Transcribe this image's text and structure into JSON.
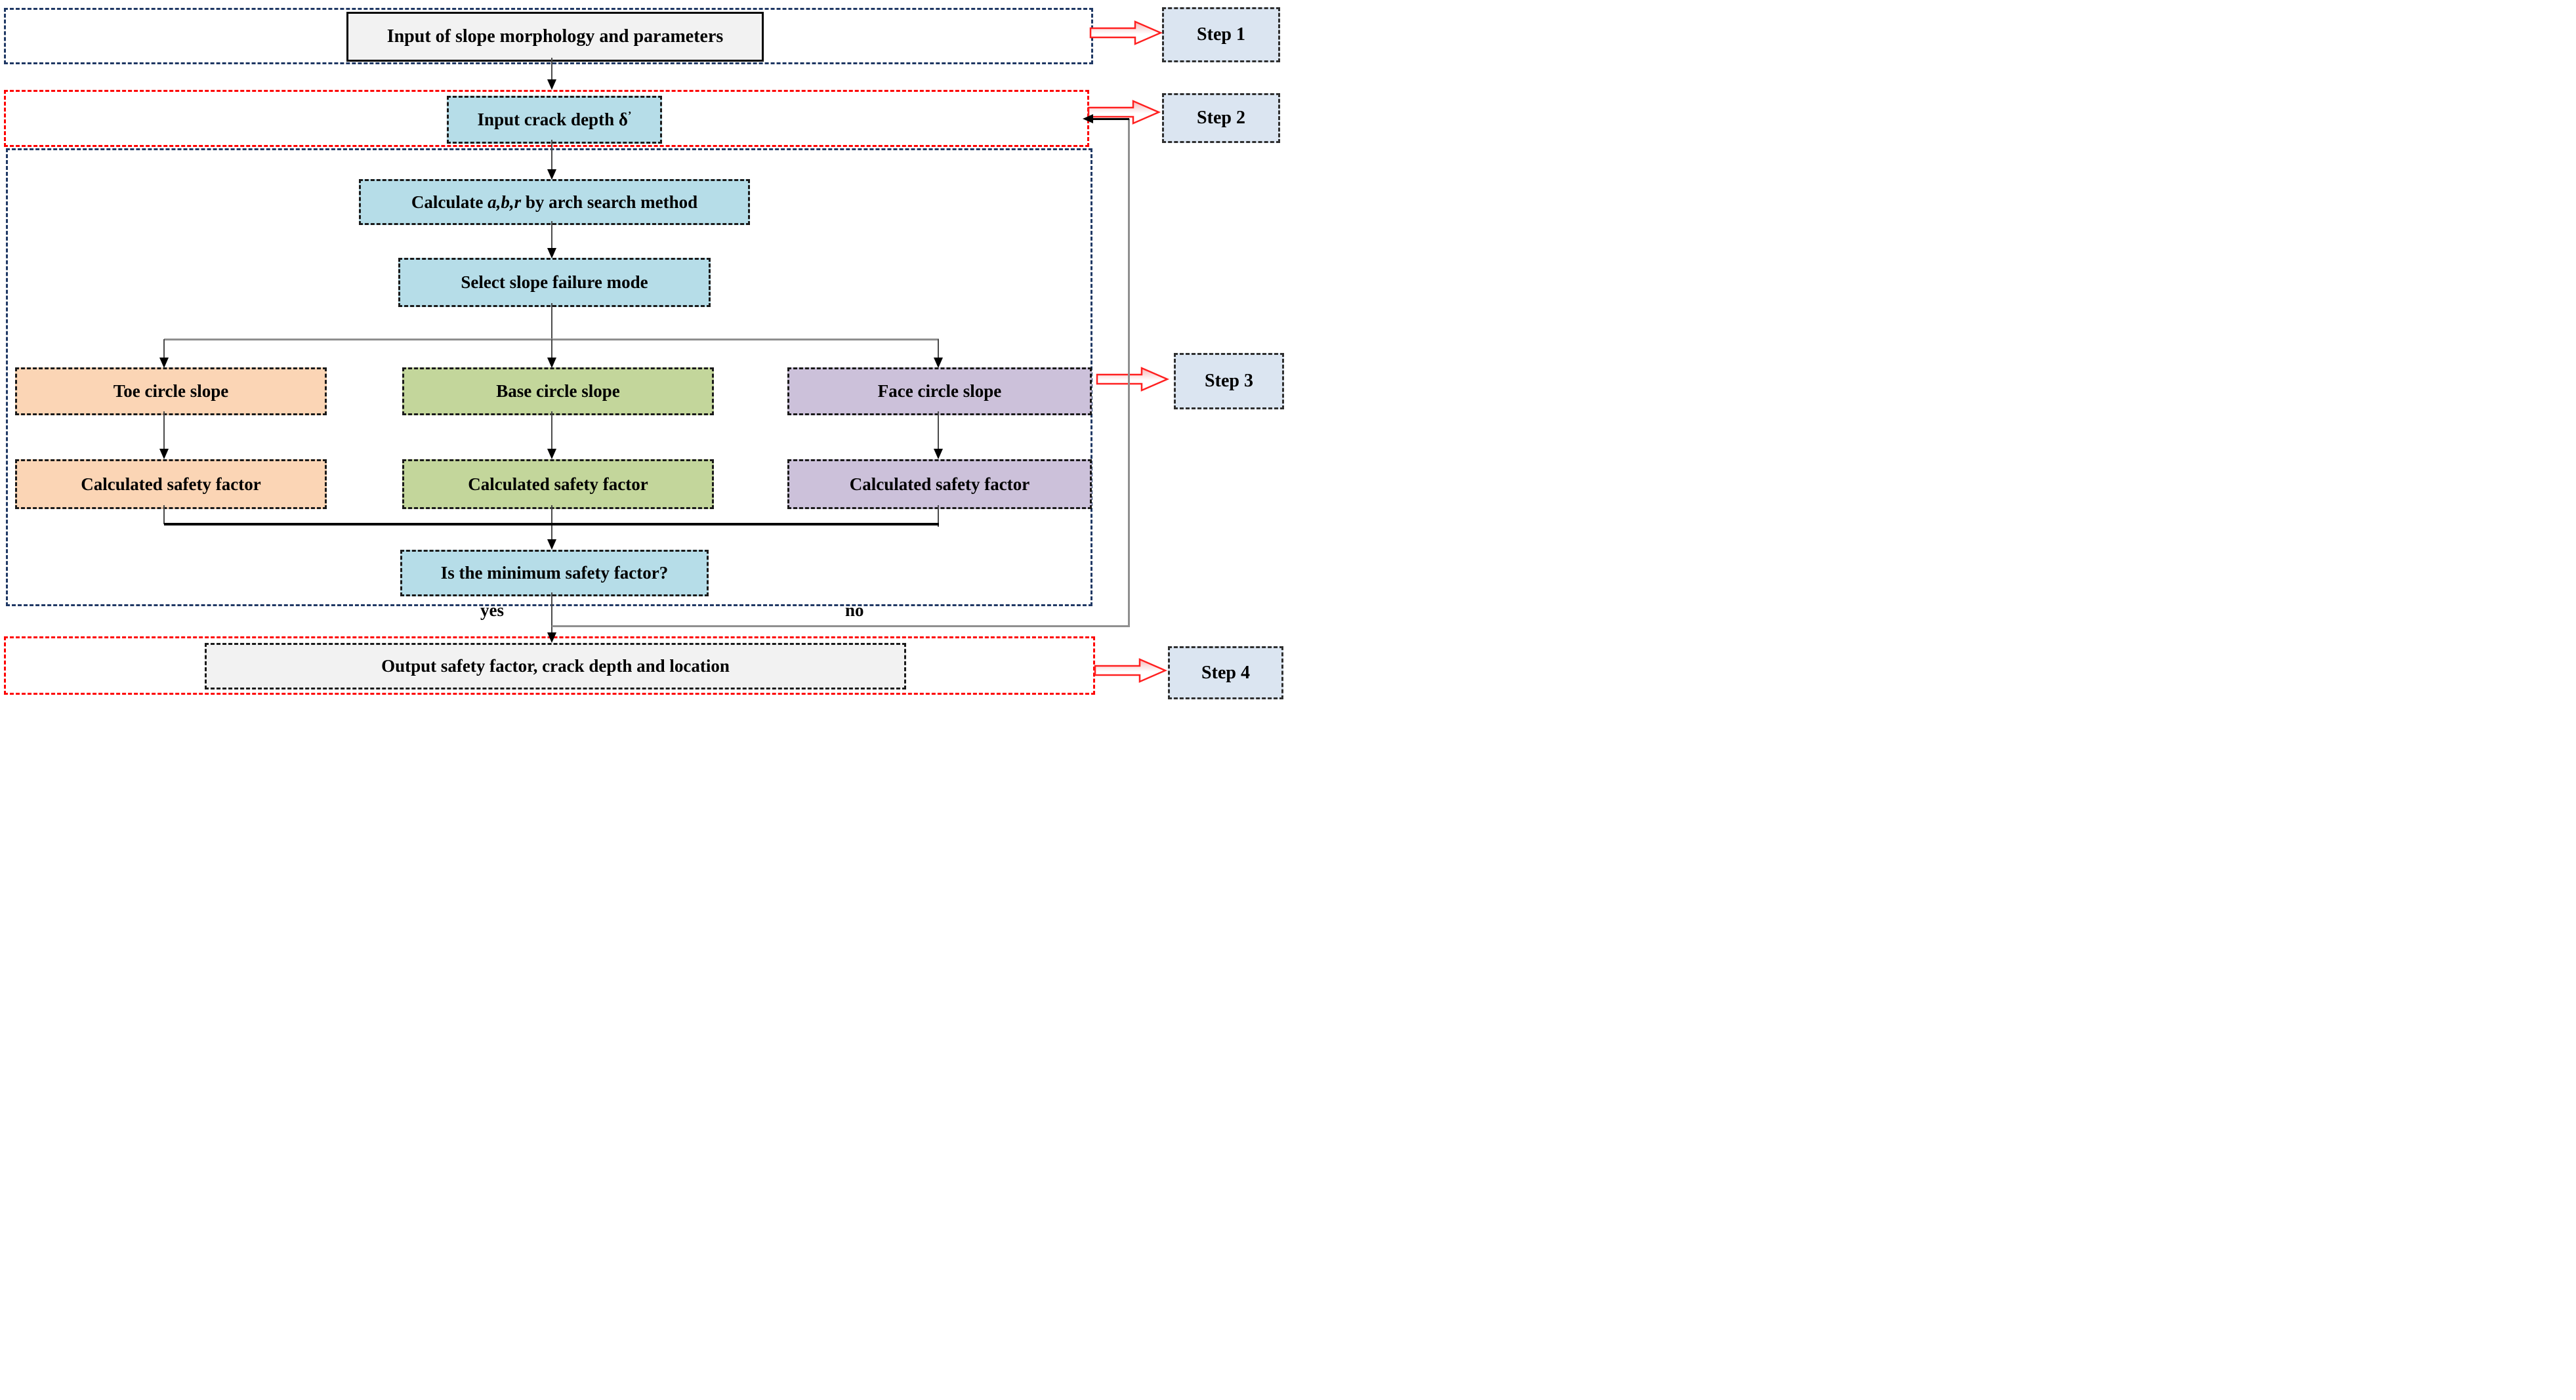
{
  "figure": {
    "type": "flowchart",
    "description": "Slope safety factor calculation procedure"
  },
  "colors": {
    "container_blue": "#1f3864",
    "container_red": "#fe0000",
    "node_blue": "#b6dde8",
    "node_gray": "#f2f2f2",
    "node_orange": "#fbd5b5",
    "node_green": "#c3d69b",
    "node_purple": "#ccc1da",
    "step_fill": "#dbe5f1",
    "line_gray": "#8f8f8f",
    "line_black": "#000000",
    "step_arrow_red": "#ff2020"
  },
  "nodes": {
    "input_morphology": {
      "label": "Input of slope morphology and parameters"
    },
    "input_crack_depth": {
      "label": "Input crack depth δ",
      "prime": "’"
    },
    "calculate": {
      "pre": "Calculate ",
      "em": "a,b,r",
      "post": " by arch search method"
    },
    "select_mode": {
      "label": "Select slope failure mode"
    },
    "toe_circle": {
      "label": "Toe circle slope"
    },
    "base_circle": {
      "label": "Base circle slope"
    },
    "face_circle": {
      "label": "Face circle slope"
    },
    "toe_safety": {
      "label": "Calculated safety factor"
    },
    "base_safety": {
      "label": "Calculated safety factor"
    },
    "face_safety": {
      "label": "Calculated safety factor"
    },
    "decision": {
      "label": "Is the minimum safety factor?"
    },
    "output": {
      "label": "Output safety factor, crack depth and location"
    }
  },
  "branches": {
    "yes": "yes",
    "no": "no"
  },
  "steps": {
    "step1": "Step 1",
    "step2": "Step 2",
    "step3": "Step 3",
    "step4": "Step 4"
  }
}
